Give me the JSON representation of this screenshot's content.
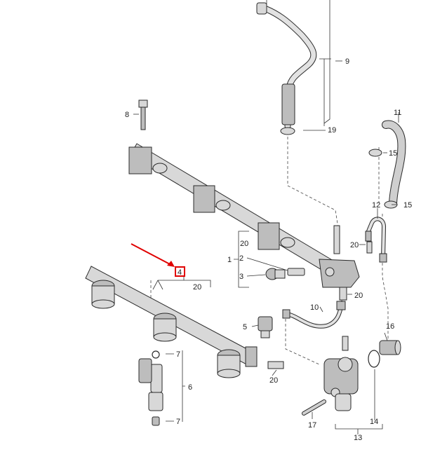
{
  "diagram": {
    "accent_color": "#e00000",
    "highlighted_label": "4",
    "labels": {
      "l1": "1",
      "l2": "2",
      "l3": "3",
      "l4": "4",
      "l5": "5",
      "l6": "6",
      "l7a": "7",
      "l7b": "7",
      "l8": "8",
      "l9": "9",
      "l10": "10",
      "l11": "11",
      "l12": "12",
      "l13": "13",
      "l14": "14",
      "l15a": "15",
      "l15b": "15",
      "l16": "16",
      "l17": "17",
      "l19": "19",
      "l20a": "20",
      "l20b": "20",
      "l20c": "20",
      "l20d": "20",
      "l20e": "20"
    }
  }
}
